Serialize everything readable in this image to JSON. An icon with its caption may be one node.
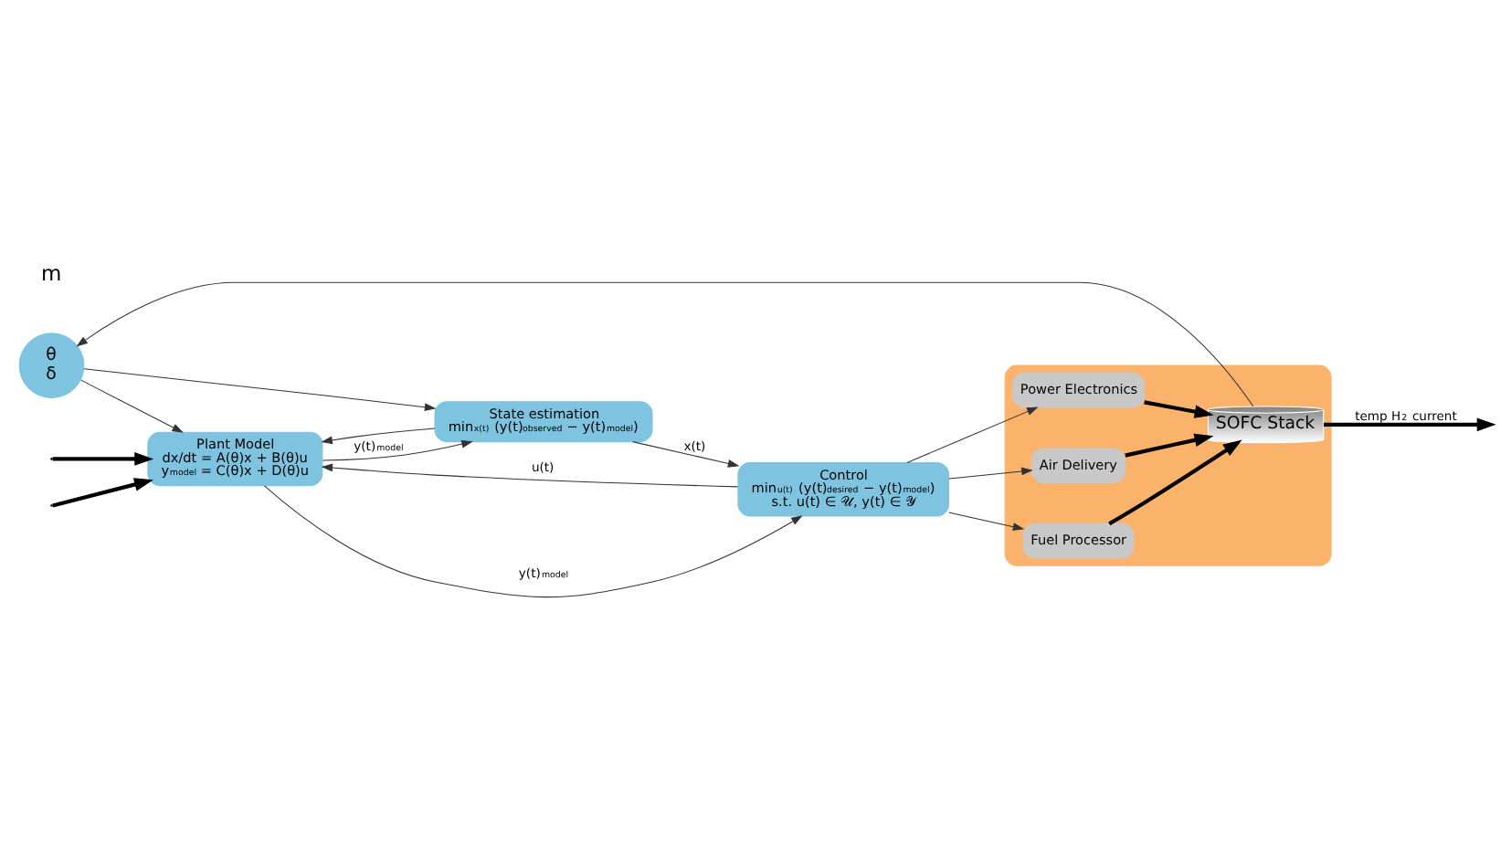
{
  "diagram": {
    "nodes": [
      {
        "text": [],
        "shape": "box"
      },
      {
        "text": [
          "Fuel Processor"
        ],
        "in": 0
      },
      {
        "text": [
          "Power Electronics"
        ],
        "in": 0
      },
      {
        "text": [
          "Air Delivery"
        ],
        "in": 0
      },
      {
        "text": [
          "SOFC Stack"
        ],
        "in": 0
      },
      {
        "text": [
          "Plant Model",
          "dx/dt = A(θ)x + B(θ)u",
          "y$^{model}$ = C(θ)x + D(θ)u"
        ]
      },
      {
        "text": [
          "θ",
          "δ"
        ]
      },
      {
        "text": [
          "Control",
          "min$_{u(t)}$ (y(t)$^{desired}$ − y(t)$^{model}$)",
          "s.t. u(t) ∈ 𝒰, y(t) ∈ 𝒴"
        ]
      },
      {
        "text": [
          "State estimation",
          "min$_{x(t)}$ (y(t)$^{observed}$ − y(t)$^{model}$)"
        ]
      }
    ],
    "edges": [
      {
        "from": 1,
        "to": 4,
        "arrow": "to",
        "style": "thick"
      },
      {
        "from": 2,
        "to": 4,
        "arrow": "to",
        "style": "thick"
      },
      {
        "from": 3,
        "to": 4,
        "arrow": "to",
        "style": "thick"
      },
      {
        "from": 4,
        "to": null,
        "arrow": "to",
        "style": "thick",
        "label": "temp H$_{2}$ current"
      },
      {
        "from": 4,
        "to": 6,
        "arrow": "to"
      },
      {
        "from": 6,
        "to": 5,
        "arrow": "to"
      },
      {
        "from": 6,
        "to": 8,
        "arrow": "to"
      },
      {
        "from": 5,
        "to": 7,
        "arrow": "to",
        "label": "y(t)$^{model}$"
      },
      {
        "from": 5,
        "to": 8,
        "arrow": "to",
        "label": "y(t)$^{model}$"
      },
      {
        "from": 8,
        "to": 7,
        "arrow": "to",
        "label": "x(t)"
      },
      {
        "from": 8,
        "to": 5,
        "arrow": "to"
      },
      {
        "from": 7,
        "to": 1,
        "arrow": "to"
      },
      {
        "from": 7,
        "to": 2,
        "arrow": "to"
      },
      {
        "from": 7,
        "to": 3,
        "arrow": "to"
      },
      {
        "from": 7,
        "to": 5,
        "arrow": "to",
        "label": "u(t)"
      },
      {
        "from": null,
        "to": 5,
        "arrow": "to",
        "style": "thick",
        "color": "#000000"
      },
      {
        "from": null,
        "to": 5,
        "arrow": "to",
        "style": "thick",
        "color": "#000000"
      }
    ],
    "labels": [
      "m"
    ]
  }
}
